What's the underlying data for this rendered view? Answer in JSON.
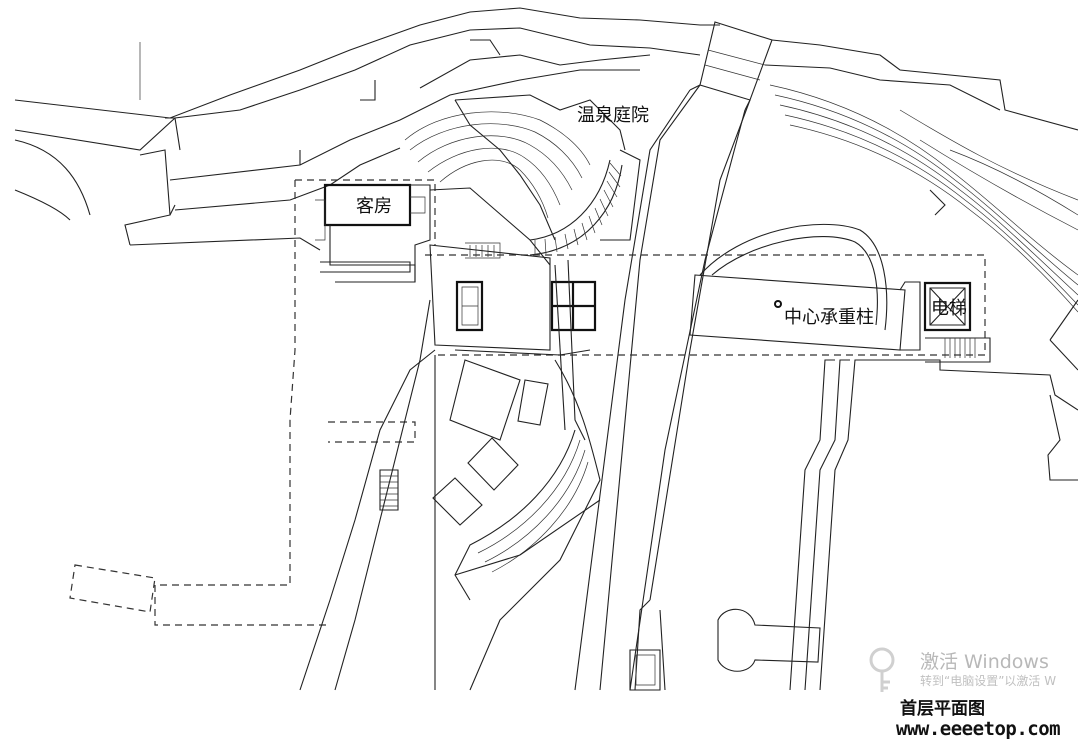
{
  "labels": {
    "hot_spring_courtyard": "温泉庭院",
    "guest_room": "客房",
    "central_pillar": "中心承重柱",
    "elevator": "电梯"
  },
  "caption": "首层平面图",
  "website": "www.eeeetop.com",
  "watermark": {
    "title": "激活 Windows",
    "subtitle": "转到“电脑设置”以激活 W"
  },
  "colors": {
    "line": "#222222",
    "background": "#ffffff",
    "watermark": "#b8b8b8"
  },
  "icons": {
    "watermark_icon": "key-icon",
    "pillar_marker": "pillar-marker-icon"
  }
}
